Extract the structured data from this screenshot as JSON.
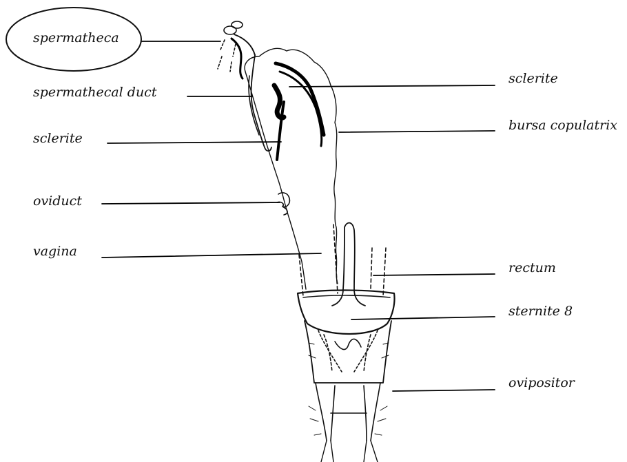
{
  "labels": {
    "spermatheca": "spermatheca",
    "spermathecal_duct": "spermathecal duct",
    "sclerite_left": "sclerite",
    "oviduct": "oviduct",
    "vagina": "vagina",
    "sclerite_right": "sclerite",
    "bursa_copulatrix": "bursa copulatrix",
    "rectum": "rectum",
    "sternite_8": "sternite 8",
    "ovipositor": "ovipositor"
  },
  "highlighted_label": "spermatheca",
  "colors": {
    "ink": "#111111",
    "background": "#ffffff"
  }
}
